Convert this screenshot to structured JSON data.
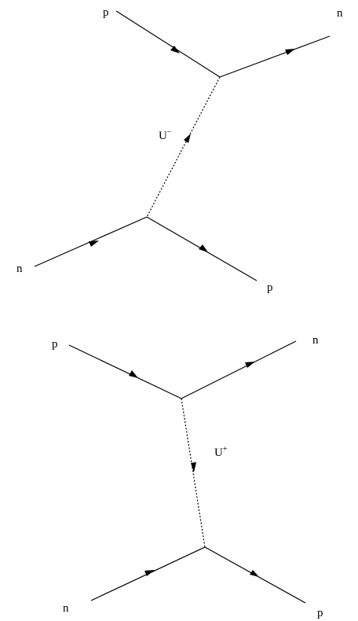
{
  "diagrams": [
    {
      "labels": {
        "top_left": "p",
        "top_right": "n",
        "bottom_left": "n",
        "bottom_right": "p",
        "boson": "U",
        "boson_charge": "−"
      }
    },
    {
      "labels": {
        "top_left": "p",
        "top_right": "n",
        "bottom_left": "n",
        "bottom_right": "p",
        "boson": "U",
        "boson_charge": "+"
      }
    }
  ]
}
